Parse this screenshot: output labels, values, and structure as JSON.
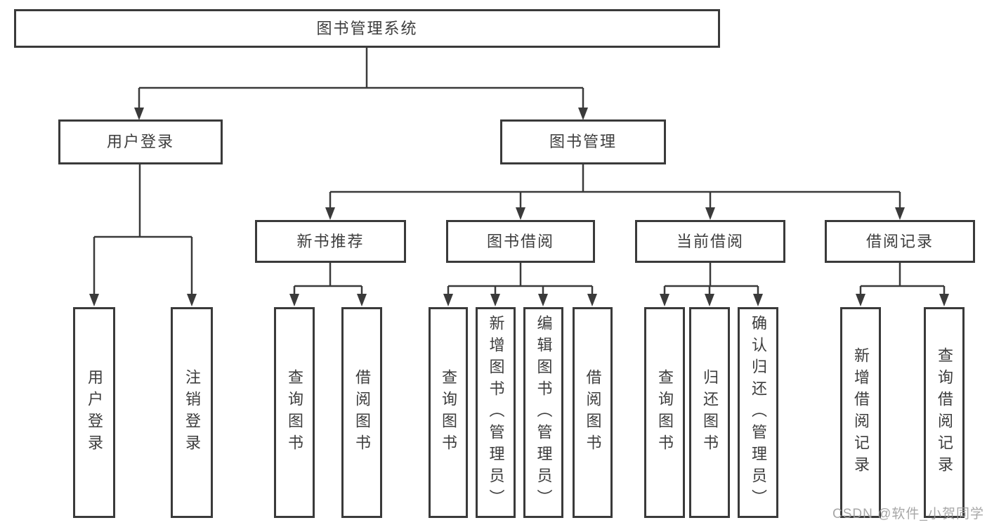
{
  "diagram_title": "图书管理系统",
  "nodes": {
    "root": "图书管理系统",
    "user_login_branch": "用户登录",
    "book_mgmt_branch": "图书管理",
    "new_book_rec": "新书推荐",
    "book_borrow": "图书借阅",
    "current_borrow": "当前借阅",
    "borrow_records": "借阅记录",
    "leaf_user_login": "用户登录",
    "leaf_logout": "注销登录",
    "leaf_query_book_1": "查询图书",
    "leaf_borrow_book_1": "借阅图书",
    "leaf_query_book_2": "查询图书",
    "leaf_add_book_admin": "新增图书（管理员）",
    "leaf_edit_book_admin": "编辑图书（管理员）",
    "leaf_borrow_book_2": "借阅图书",
    "leaf_query_book_3": "查询图书",
    "leaf_return_book": "归还图书",
    "leaf_confirm_return_admin": "确认归还（管理员）",
    "leaf_add_borrow_record": "新增借阅记录",
    "leaf_query_borrow_record": "查询借阅记录"
  },
  "hierarchy": {
    "图书管理系统": {
      "用户登录": [
        "用户登录",
        "注销登录"
      ],
      "图书管理": {
        "新书推荐": [
          "查询图书",
          "借阅图书"
        ],
        "图书借阅": [
          "查询图书",
          "新增图书（管理员）",
          "编辑图书（管理员）",
          "借阅图书"
        ],
        "当前借阅": [
          "查询图书",
          "归还图书",
          "确认归还（管理员）"
        ],
        "借阅记录": [
          "新增借阅记录",
          "查询借阅记录"
        ]
      }
    }
  },
  "watermark": "CSDN @软件_小贺同学",
  "colors": {
    "line": "#3a3a3a",
    "text": "#3d3d3d",
    "background": "#ffffff",
    "watermark": "#9e9e9e"
  }
}
